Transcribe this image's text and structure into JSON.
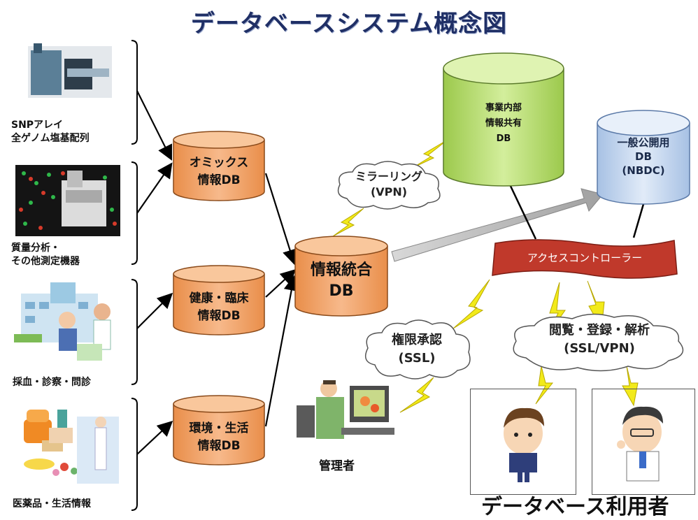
{
  "title": "データベースシステム概念図",
  "sources": [
    {
      "label": "SNPアレイ\n全ゲノム塩基配列",
      "icon": "sequencer-machine-icon"
    },
    {
      "label": "質量分析・\nその他測定機器",
      "icon": "microarray-analyzer-icon"
    },
    {
      "label": "採血・診察・問診",
      "icon": "hospital-medical-icon"
    },
    {
      "label": "医薬品・生活情報",
      "icon": "food-medicine-icon"
    }
  ],
  "databases": {
    "omics": "オミックス\n情報DB",
    "health": "健康・臨床\n情報DB",
    "environment": "環境・生活\n情報DB",
    "integrated": "情報統合\nDB",
    "internal": "事業内部\n情報共有\nDB",
    "public": "一般公開用\nDB\n(NBDC)"
  },
  "clouds": {
    "mirroring": "ミラーリング\n(VPN)",
    "authority": "権限承認\n(SSL)",
    "browse": "閲覧・登録・解析\n(SSL/VPN)"
  },
  "access_controller": "アクセスコントローラー",
  "admin_label": "管理者",
  "users_label": "データベース利用者",
  "colors": {
    "orange_db": "#f4a460",
    "green_db": "#b6dc6a",
    "blue_db": "#c4d7ef",
    "controller": "#c0392b",
    "bolt": "#f2ea1a",
    "title": "#1f2f66"
  }
}
